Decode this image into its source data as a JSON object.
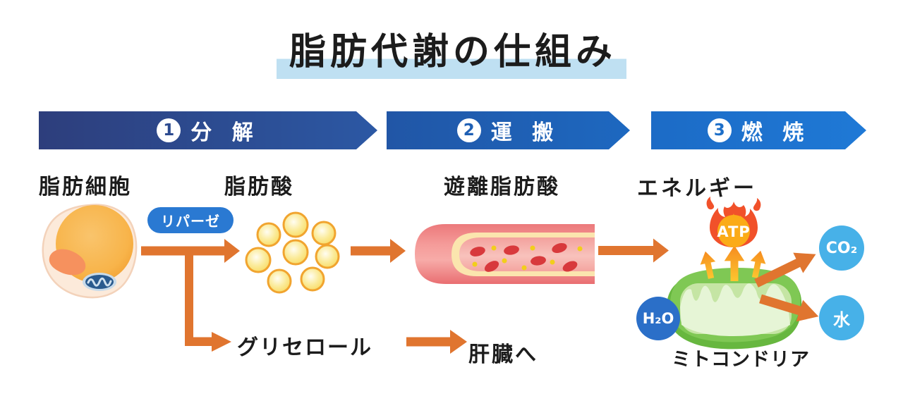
{
  "title": {
    "text": "脂肪代謝の仕組み"
  },
  "steps": [
    {
      "number": "1",
      "label": "分 解",
      "gradient_start": "#2D3E7C",
      "gradient_end": "#2C58A4",
      "number_color": "#2C4A8F"
    },
    {
      "number": "2",
      "label": "運 搬",
      "gradient_start": "#2156A6",
      "gradient_end": "#1D68C0",
      "number_color": "#1E5FB4"
    },
    {
      "number": "3",
      "label": "燃 焼",
      "gradient_start": "#1C6BC6",
      "gradient_end": "#1F79D6",
      "number_color": "#1D6FC9"
    }
  ],
  "labels": {
    "fat_cell": "脂肪細胞",
    "lipase": "リパーゼ",
    "fatty_acid": "脂肪酸",
    "free_fatty_acid": "遊離脂肪酸",
    "energy": "エネルギー",
    "atp": "ATP",
    "glycerol": "グリセロール",
    "to_liver": "肝臓へ",
    "mitochondria": "ミトコンドリア",
    "h2o": "H₂O",
    "co2": "CO₂",
    "water": "水"
  },
  "colors": {
    "title_highlight": "#BFE0F2",
    "arrow_orange": "#E0752F",
    "lipase_badge": "#2A79D2",
    "h2o_circle": "#2B6FC8",
    "gas_circle": "#47B1E8",
    "text": "#1C1C1C"
  }
}
